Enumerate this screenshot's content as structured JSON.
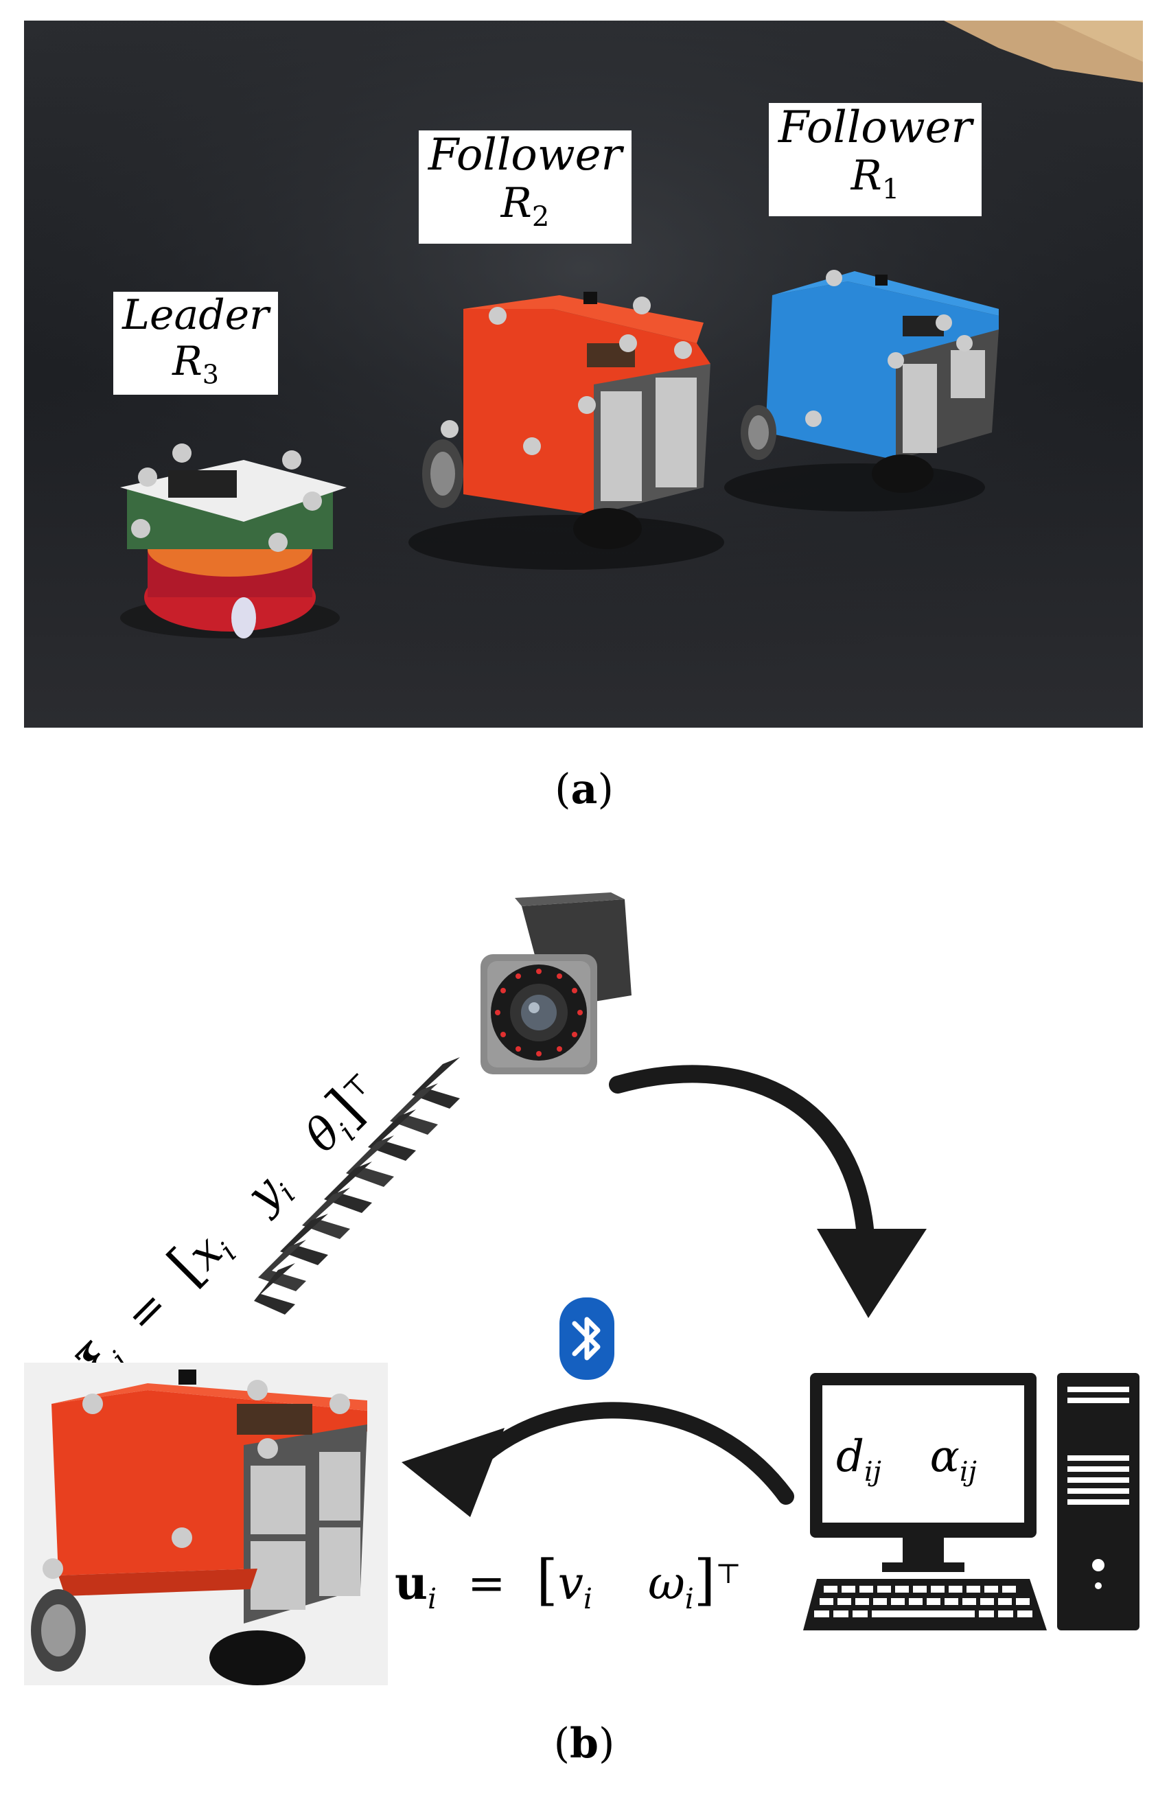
{
  "panel_a": {
    "caption_letter": "a",
    "labels": [
      {
        "id": "leader",
        "role": "Leader",
        "robot": "R",
        "index": "3"
      },
      {
        "id": "follower2",
        "role": "Follower",
        "robot": "R",
        "index": "2"
      },
      {
        "id": "follower1",
        "role": "Follower",
        "robot": "R",
        "index": "1"
      }
    ]
  },
  "panel_b": {
    "caption_letter": "b",
    "pose_equation": {
      "lhs": "ξ",
      "lhs_sub": "i",
      "eq": "=",
      "entries": [
        "x",
        "y",
        "θ"
      ],
      "entry_sub": "i",
      "transpose": "⊤"
    },
    "control_equation": {
      "lhs": "u",
      "lhs_sub": "i",
      "eq": "=",
      "entries": [
        "v",
        "ω"
      ],
      "entry_sub": "i",
      "transpose": "⊤"
    },
    "monitor_text": {
      "d": "d",
      "d_sub": "ij",
      "alpha": "α",
      "alpha_sub": "ij"
    },
    "icons": [
      "camera-icon",
      "bluetooth-icon",
      "computer-icon",
      "robot-photo"
    ]
  },
  "colors": {
    "floor": "#1c1e22",
    "robot_orange": "#e8401f",
    "robot_blue": "#2a88d8",
    "leader_red": "#c81f2a",
    "bluetooth": "#1560c0",
    "arrow": "#1a1a1a"
  }
}
